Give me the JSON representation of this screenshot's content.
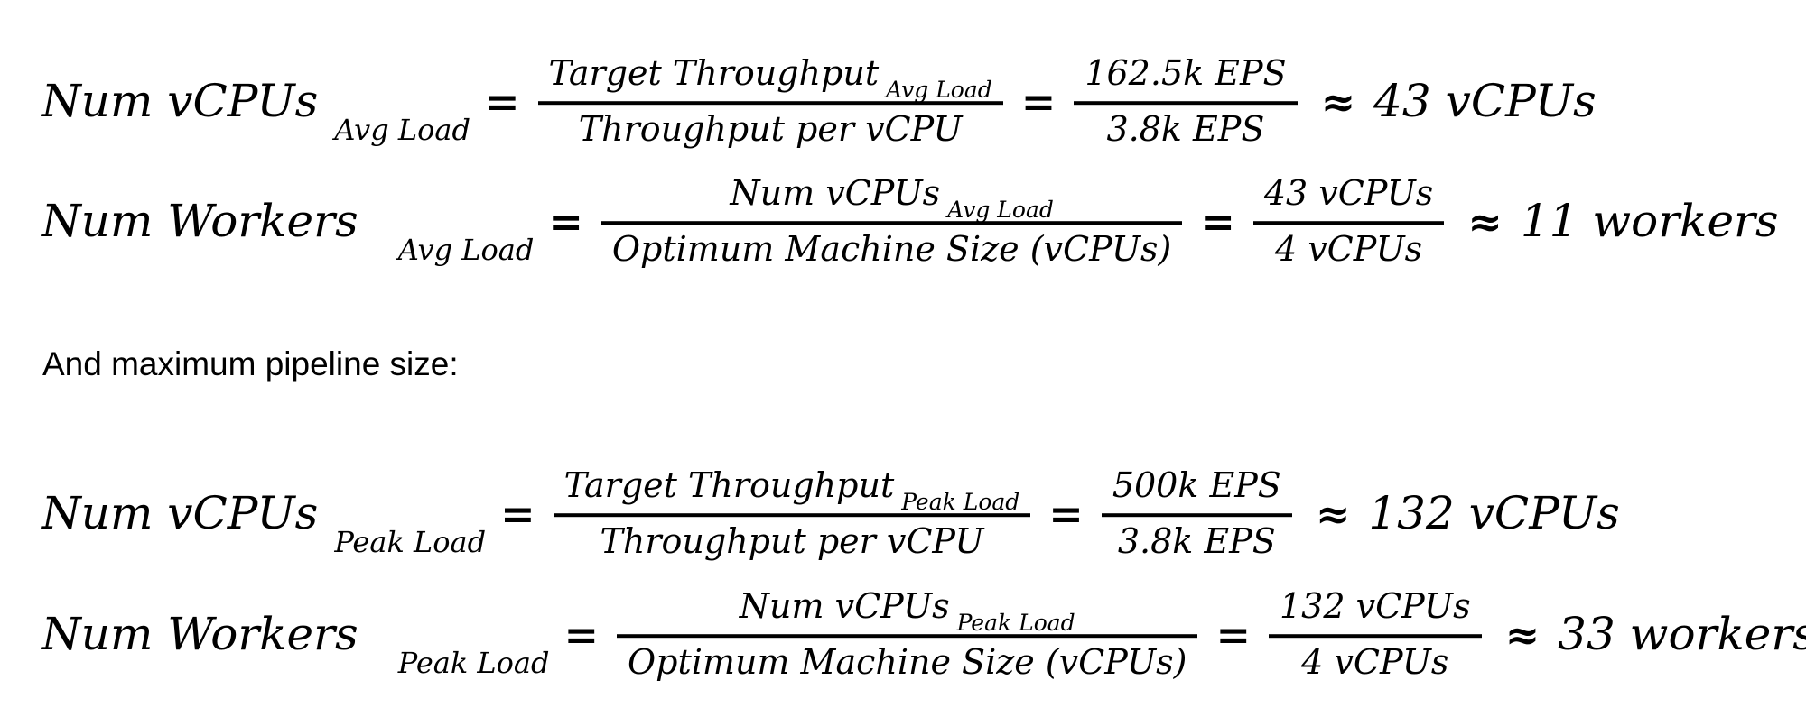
{
  "colors": {
    "background": "#ffffff",
    "text": "#000000"
  },
  "symbols": {
    "equals": "=",
    "approx": "≈"
  },
  "intro_text": "And maximum pipeline size:",
  "equations": [
    {
      "name": "Num vCPUs",
      "name_sub": "Avg Load",
      "formula_numerator": "Target Throughput",
      "formula_numerator_sub": "Avg Load",
      "formula_denominator": "Throughput per vCPU",
      "value_numerator": "162.5k EPS",
      "value_denominator": "3.8k EPS",
      "result": "43 vCPUs"
    },
    {
      "name": "Num Workers",
      "name_sub": "Avg Load",
      "formula_numerator": "Num vCPUs",
      "formula_numerator_sub": "Avg Load",
      "formula_denominator": "Optimum Machine Size (vCPUs)",
      "value_numerator": "43 vCPUs",
      "value_denominator": "4 vCPUs",
      "result": "11 workers"
    },
    {
      "name": "Num vCPUs",
      "name_sub": "Peak Load",
      "formula_numerator": "Target Throughput",
      "formula_numerator_sub": "Peak Load",
      "formula_denominator": "Throughput per vCPU",
      "value_numerator": "500k EPS",
      "value_denominator": "3.8k EPS",
      "result": "132 vCPUs"
    },
    {
      "name": "Num Workers",
      "name_sub": "Peak Load",
      "formula_numerator": "Num vCPUs",
      "formula_numerator_sub": "Peak Load",
      "formula_denominator": "Optimum Machine Size (vCPUs)",
      "value_numerator": "132 vCPUs",
      "value_denominator": "4 vCPUs",
      "result": "33 workers"
    }
  ]
}
